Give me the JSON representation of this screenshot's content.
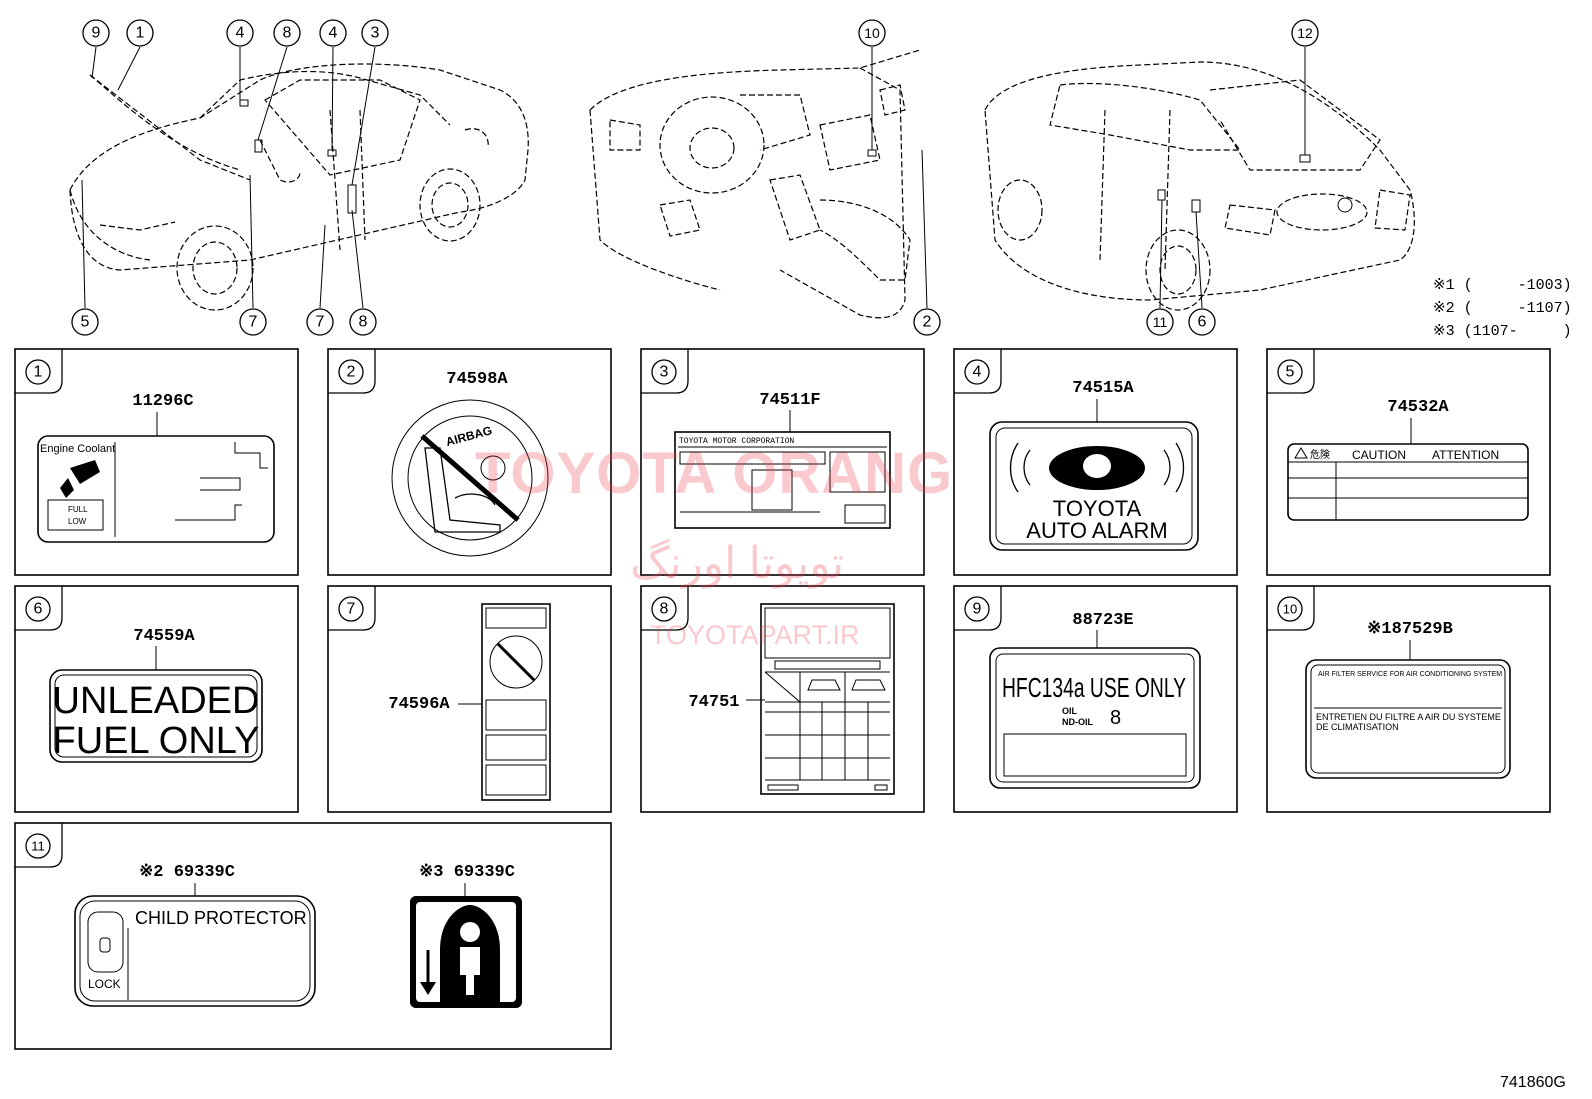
{
  "callouts": {
    "c9": "9",
    "c1": "1",
    "c4": "4",
    "c8": "8",
    "c4b": "4",
    "c3": "3",
    "c5": "5",
    "c7": "7",
    "c7b": "7",
    "c8b": "8",
    "c10": "10",
    "c2": "2",
    "c12": "12",
    "c11": "11",
    "c6": "6"
  },
  "notes": [
    "※1 (     -1003)",
    "※2 (     -1107)",
    "※3 (1107-     )"
  ],
  "panels": [
    {
      "num": "1",
      "part": "11296C",
      "texts": {
        "title": "Engine Coolant",
        "full": "FULL",
        "low": "LOW"
      }
    },
    {
      "num": "2",
      "part": "74598A",
      "texts": {
        "airbag": "AIRBAG"
      }
    },
    {
      "num": "3",
      "part": "74511F",
      "texts": {
        "header": "TOYOTA MOTOR CORPORATION"
      }
    },
    {
      "num": "4",
      "part": "74515A",
      "texts": {
        "line1": "TOYOTA",
        "line2": "AUTO ALARM"
      }
    },
    {
      "num": "5",
      "part": "74532A",
      "texts": {
        "caution": "CAUTION",
        "attention": "ATTENTION",
        "kiken": "危険"
      }
    },
    {
      "num": "6",
      "part": "74559A",
      "texts": {
        "line1": "UNLEADED",
        "line2": "FUEL ONLY"
      }
    },
    {
      "num": "7",
      "part": "74596A",
      "texts": {}
    },
    {
      "num": "8",
      "part": "74751",
      "texts": {}
    },
    {
      "num": "9",
      "part": "88723E",
      "texts": {
        "main": "HFC134a USE ONLY",
        "oil1": "OIL",
        "oil2": "ND-OIL",
        "oilnum": "8"
      }
    },
    {
      "num": "10",
      "part": "※187529B",
      "texts": {
        "en": "AIR FILTER SERVICE FOR AIR CONDITIONING SYSTEM",
        "fr1": "ENTRETIEN DU FILTRE A AIR DU SYSTEME",
        "fr2": "DE CLIMATISATION"
      }
    },
    {
      "num": "11",
      "part_a": "※2 69339C",
      "part_b": "※3 69339C",
      "texts": {
        "child": "CHILD  PROTECTOR",
        "lock": "LOCK"
      }
    }
  ],
  "watermark": {
    "line1": "TOYOTA ORANG",
    "line2": "تویوتا اورنگ",
    "line3": "TOYOTAPART.IR"
  },
  "doc_id": "741860G"
}
